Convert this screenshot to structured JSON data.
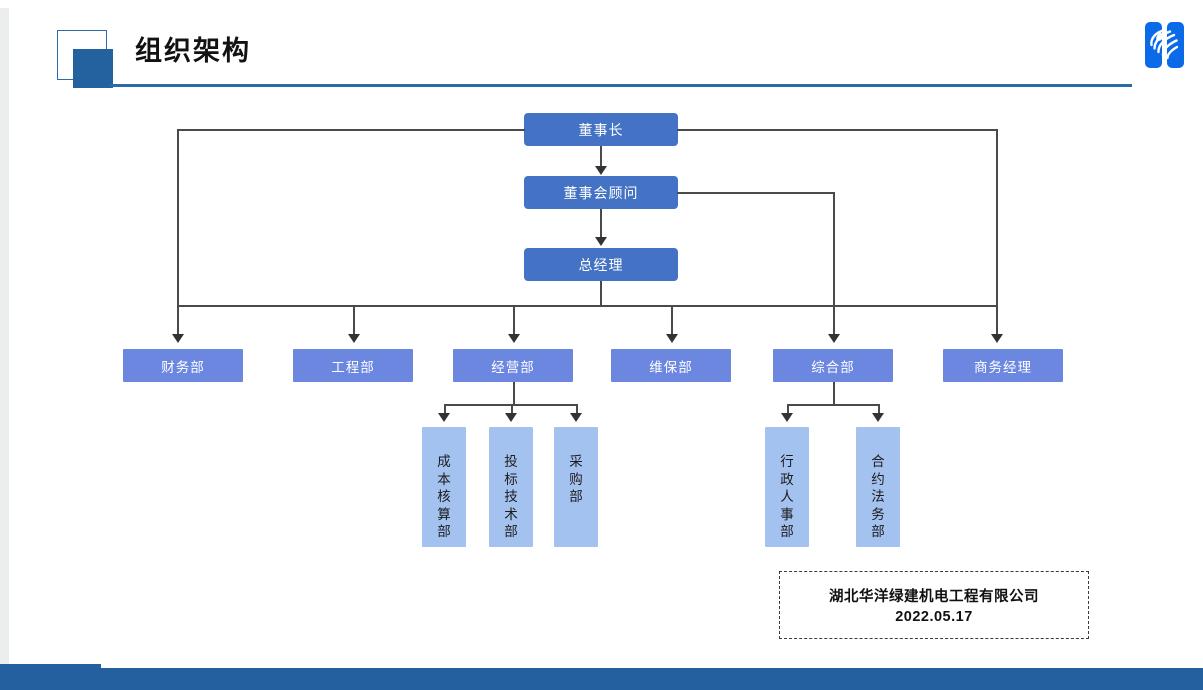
{
  "slide": {
    "title": "组织架构",
    "logo_icon": "company-globe-logo",
    "accent_color": "#2460a0",
    "exec_color": "#4472c4",
    "dept_color": "#6c87e0",
    "sub_color": "#a3c2f0"
  },
  "chart_data": {
    "type": "diagram",
    "title": "组织架构",
    "nodes": {
      "executives": [
        {
          "id": "chairman",
          "label": "董事长",
          "level": 1
        },
        {
          "id": "board_advisor",
          "label": "董事会顾问",
          "level": 2
        },
        {
          "id": "general_manager",
          "label": "总经理",
          "level": 3
        }
      ],
      "departments": [
        {
          "id": "finance",
          "label": "财务部"
        },
        {
          "id": "engineering",
          "label": "工程部"
        },
        {
          "id": "operations",
          "label": "经营部"
        },
        {
          "id": "maintenance",
          "label": "维保部"
        },
        {
          "id": "general_affairs",
          "label": "综合部"
        },
        {
          "id": "business_manager",
          "label": "商务经理"
        }
      ],
      "sub_departments": [
        {
          "id": "cost_accounting",
          "label": "成本核算部",
          "parent": "operations"
        },
        {
          "id": "bidding_tech",
          "label": "投标技术部",
          "parent": "operations"
        },
        {
          "id": "procurement",
          "label": "采购部",
          "parent": "operations"
        },
        {
          "id": "admin_hr",
          "label": "行政人事部",
          "parent": "general_affairs"
        },
        {
          "id": "contract_legal",
          "label": "合约法务部",
          "parent": "general_affairs"
        }
      ]
    },
    "edges": [
      {
        "from": "chairman",
        "to": "board_advisor"
      },
      {
        "from": "board_advisor",
        "to": "general_manager"
      },
      {
        "from": "chairman",
        "to": "finance"
      },
      {
        "from": "chairman",
        "to": "business_manager"
      },
      {
        "from": "board_advisor",
        "to": "general_affairs"
      },
      {
        "from": "general_manager",
        "to": "engineering"
      },
      {
        "from": "general_manager",
        "to": "operations"
      },
      {
        "from": "general_manager",
        "to": "maintenance"
      },
      {
        "from": "operations",
        "to": "cost_accounting"
      },
      {
        "from": "operations",
        "to": "bidding_tech"
      },
      {
        "from": "operations",
        "to": "procurement"
      },
      {
        "from": "general_affairs",
        "to": "admin_hr"
      },
      {
        "from": "general_affairs",
        "to": "contract_legal"
      }
    ]
  },
  "stamp": {
    "company": "湖北华洋绿建机电工程有限公司",
    "date": "2022.05.17"
  }
}
